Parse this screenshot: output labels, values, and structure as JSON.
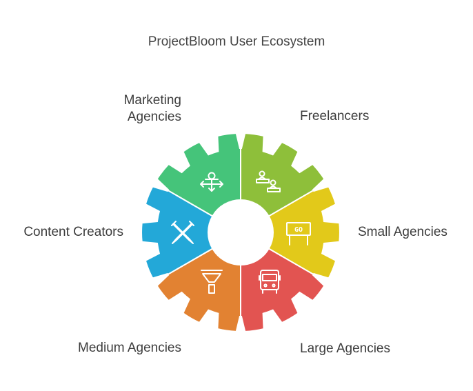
{
  "title": "ProjectBloom User Ecosystem",
  "segments": [
    {
      "label_line1": "Marketing",
      "label_line2": "Agencies",
      "color": "#45c47a",
      "icon": "person-direction-icon"
    },
    {
      "label": "Freelancers",
      "color": "#8ebf3a",
      "icon": "people-desks-icon"
    },
    {
      "label": "Small Agencies",
      "color": "#e2c91a",
      "icon": "go-sign-icon"
    },
    {
      "label": "Large Agencies",
      "color": "#e25451",
      "icon": "bus-icon"
    },
    {
      "label": "Medium Agencies",
      "color": "#e28232",
      "icon": "funnel-icon"
    },
    {
      "label": "Content Creators",
      "color": "#23a8d8",
      "icon": "pencils-icon"
    }
  ],
  "go_sign_text": "GO"
}
